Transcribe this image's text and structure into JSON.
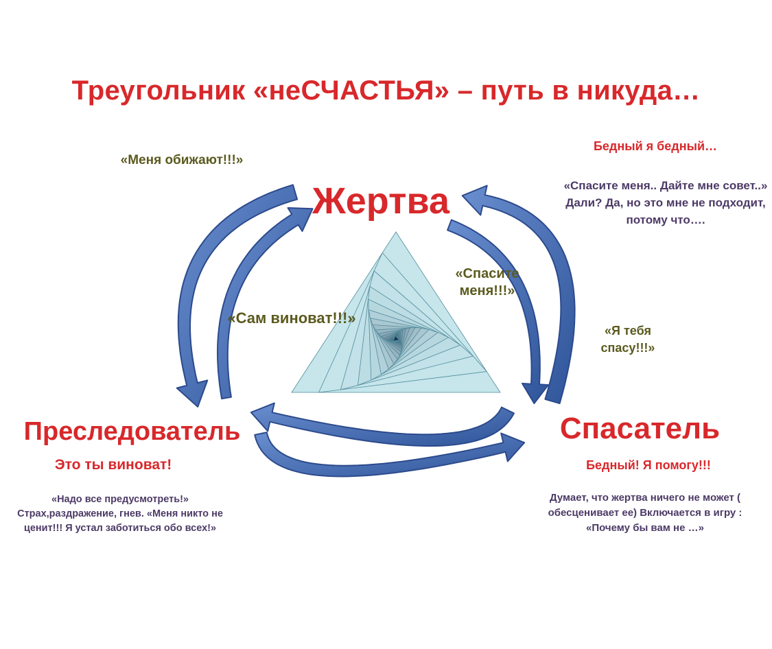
{
  "title": "Треугольник «неСЧАСТЬЯ» – путь в никуда…",
  "victim": {
    "label": "Жертва",
    "quote": "«Меня обижают!!!»",
    "poor": "Бедный я бедный…",
    "speech": "«Спасите меня.. Дайте мне совет..» Дали? Да, но это мне не подходит, потому что….",
    "to_rescuer": "«Спасите меня!!!»"
  },
  "persecutor": {
    "label": "Преследователь",
    "sub": "Это ты виноват!",
    "desc": "«Надо все предусмотреть!» Страх,раздражение, гнев. «Меня никто не ценит!!! Я устал заботиться обо всех!»",
    "to_victim": "«Сам виноват!!!»"
  },
  "rescuer": {
    "label": "Спасатель",
    "sub": "Бедный! Я помогу!!!",
    "desc": "Думает, что жертва ничего не может ( обесценивает ее) Включается в игру : «Почему бы вам не …»",
    "to_victim": "«Я тебя спасу!!!»"
  },
  "colors": {
    "title": "#d8282b",
    "role_label": "#d8282b",
    "quote": "#5b5a1f",
    "description": "#4c3a66",
    "arrow_fill": "#4a6fb5",
    "arrow_edge": "#2c4a8c",
    "triangle_light": "#c6e6ec",
    "triangle_dark": "#1c3250"
  },
  "icons": [
    "curved-arrow-icon",
    "spiral-triangle-icon"
  ]
}
